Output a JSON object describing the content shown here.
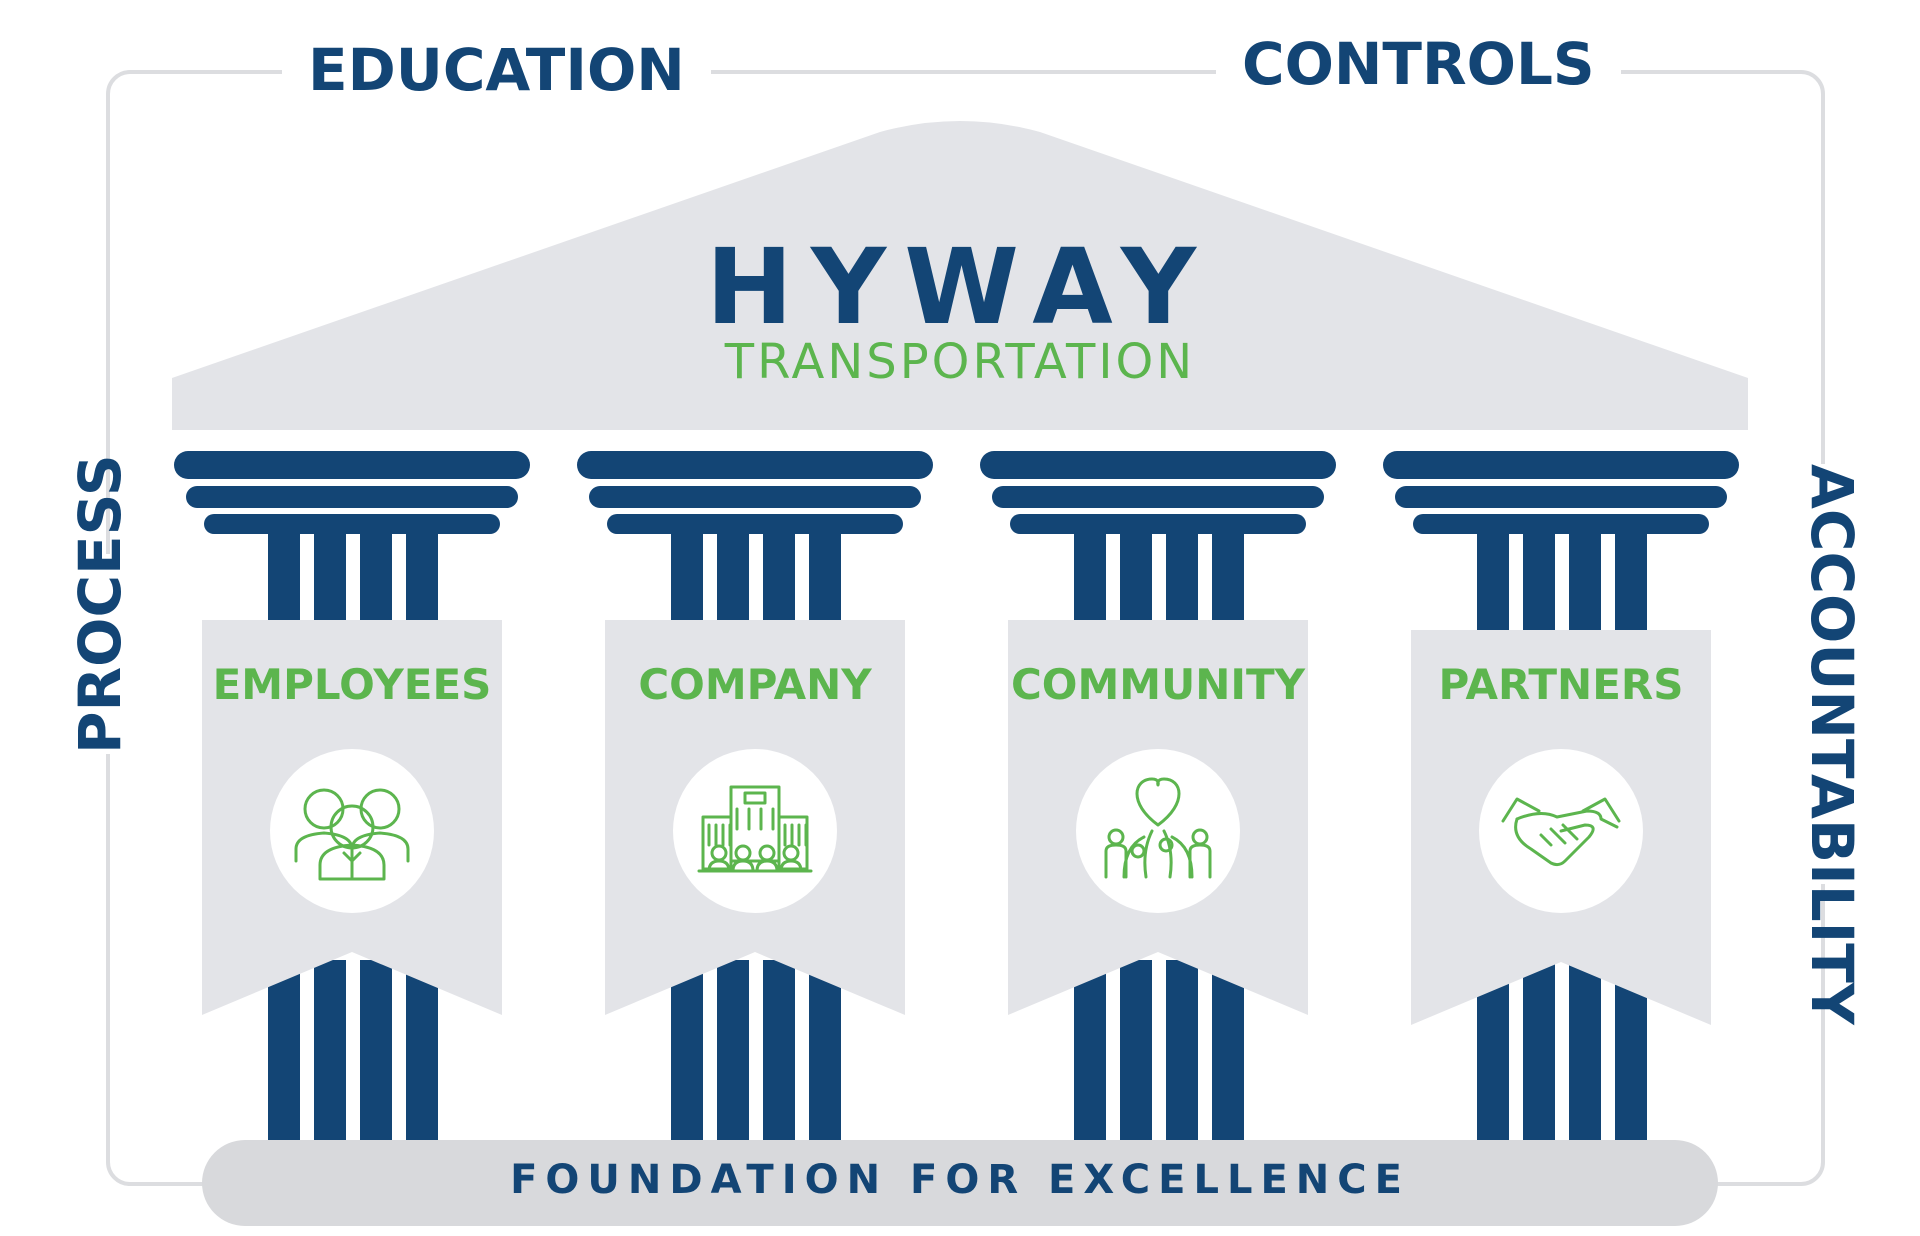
{
  "brand": {
    "name": "HYWAY",
    "subtitle": "TRANSPORTATION"
  },
  "frame_labels": {
    "top_left": "EDUCATION",
    "top_right": "CONTROLS",
    "left": "PROCESS",
    "right": "ACCOUNTABILITY"
  },
  "pillars": [
    {
      "label": "EMPLOYEES",
      "icon": "people-group-icon"
    },
    {
      "label": "COMPANY",
      "icon": "office-building-icon"
    },
    {
      "label": "COMMUNITY",
      "icon": "community-heart-icon"
    },
    {
      "label": "PARTNERS",
      "icon": "handshake-icon"
    }
  ],
  "foundation": "FOUNDATION FOR EXCELLENCE",
  "colors": {
    "navy": "#134575",
    "green": "#5cb54e",
    "light_gray": "#e3e4e8",
    "frame_gray": "#d9dadd"
  }
}
